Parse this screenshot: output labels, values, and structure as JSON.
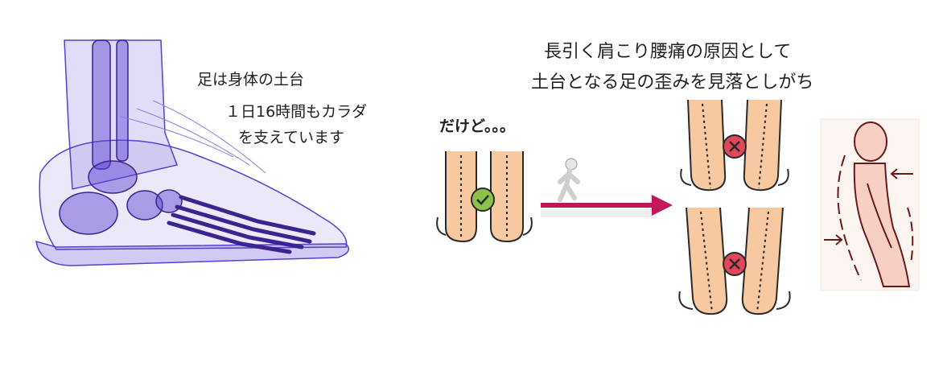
{
  "captions": {
    "foot_base": "足は身体の土台",
    "support_hours": "１日16時間もカラダ",
    "support_body": "を支えています",
    "heading_line1": "長引く肩こり腰痛の原因として",
    "heading_line2": "土台となる足の歪みを見落としがち",
    "but": "だけど。。。"
  },
  "icons": {
    "xray_foot": "foot-xray-illustration",
    "good_feet": "aligned-heels-check-icon",
    "walker": "walking-figure-icon",
    "arrow": "right-arrow-icon",
    "bad_feet": "misaligned-heels-cross-icon",
    "posture": "bent-posture-icon"
  },
  "colors": {
    "skin": "#f6c9a0",
    "skin_outline": "#2a2a2a",
    "check_green": "#8bc34a",
    "cross_red": "#e0475b",
    "arrow_red": "#c2185b",
    "xray_purple": "#5b3fd0",
    "posture_outline": "#6b1a1a"
  }
}
